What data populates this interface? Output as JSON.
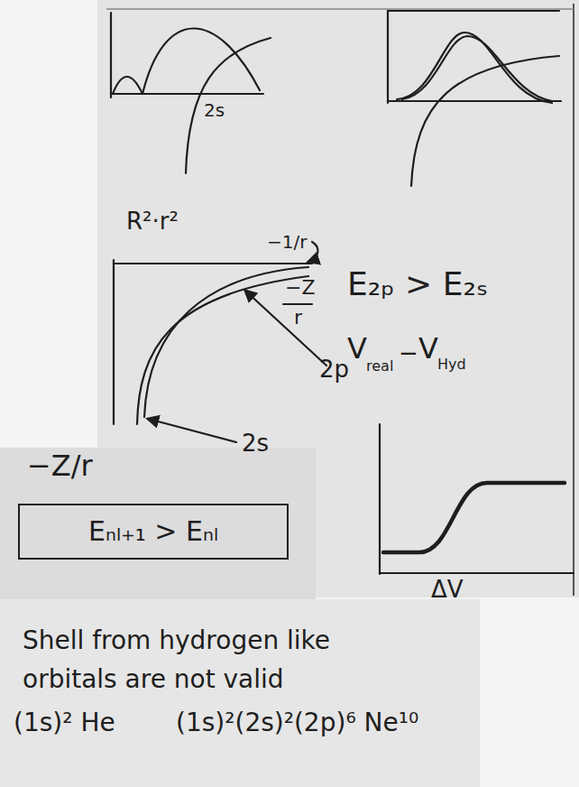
{
  "diagram": {
    "nodes": [
      {
        "text": [
          "Eₙₗ₊₁ > Eₙₗ"
        ]
      }
    ],
    "labels": [
      "2s",
      "R²·r²",
      "−1/r",
      "E₂ₚ > E₂ₛ",
      "−Z",
      "r",
      "V",
      "real",
      "−",
      "V",
      "Hyd",
      "2p",
      "2s",
      "−Z/r",
      "ΔV",
      "Shell from hydrogen like orbitals are not valid",
      "(1s)² He",
      "(1s)²(2s)²(2p)⁶ Ne¹⁰"
    ]
  }
}
